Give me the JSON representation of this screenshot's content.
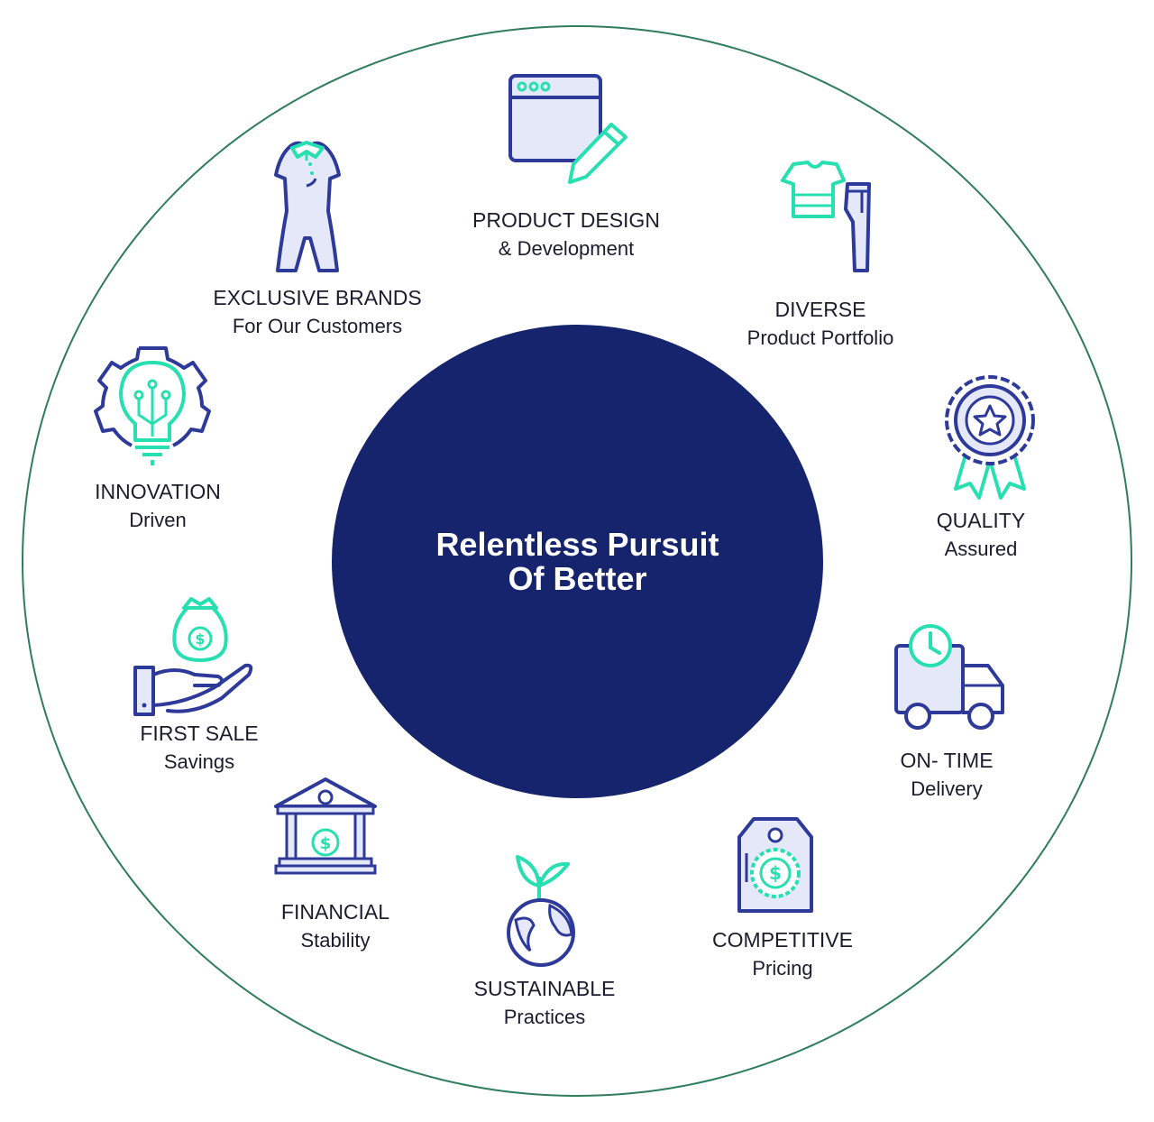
{
  "center": {
    "line1": "Relentless Pursuit",
    "line2": "Of Better"
  },
  "items": [
    {
      "title": "PRODUCT DESIGN",
      "subtitle": "& Development",
      "icon": "browser-pencil-icon"
    },
    {
      "title": "DIVERSE",
      "subtitle": "Product Portfolio",
      "icon": "shirt-pants-icon"
    },
    {
      "title": "QUALITY",
      "subtitle": "Assured",
      "icon": "award-badge-icon"
    },
    {
      "title": "ON- TIME",
      "subtitle": "Delivery",
      "icon": "delivery-truck-clock-icon"
    },
    {
      "title": "COMPETITIVE",
      "subtitle": "Pricing",
      "icon": "price-tag-icon"
    },
    {
      "title": "SUSTAINABLE",
      "subtitle": "Practices",
      "icon": "globe-sprout-icon"
    },
    {
      "title": "FINANCIAL",
      "subtitle": "Stability",
      "icon": "bank-icon"
    },
    {
      "title": "FIRST SALE",
      "subtitle": "Savings",
      "icon": "hand-money-bag-icon"
    },
    {
      "title": "INNOVATION",
      "subtitle": "Driven",
      "icon": "lightbulb-gear-icon"
    },
    {
      "title": "EXCLUSIVE BRANDS",
      "subtitle": "For Our Customers",
      "icon": "dress-icon"
    }
  ],
  "colors": {
    "navy": "#16246d",
    "outline": "#2e3a9a",
    "accent": "#27dfb0",
    "ring": "#2e7d5b",
    "fill": "#e4e8f8"
  }
}
